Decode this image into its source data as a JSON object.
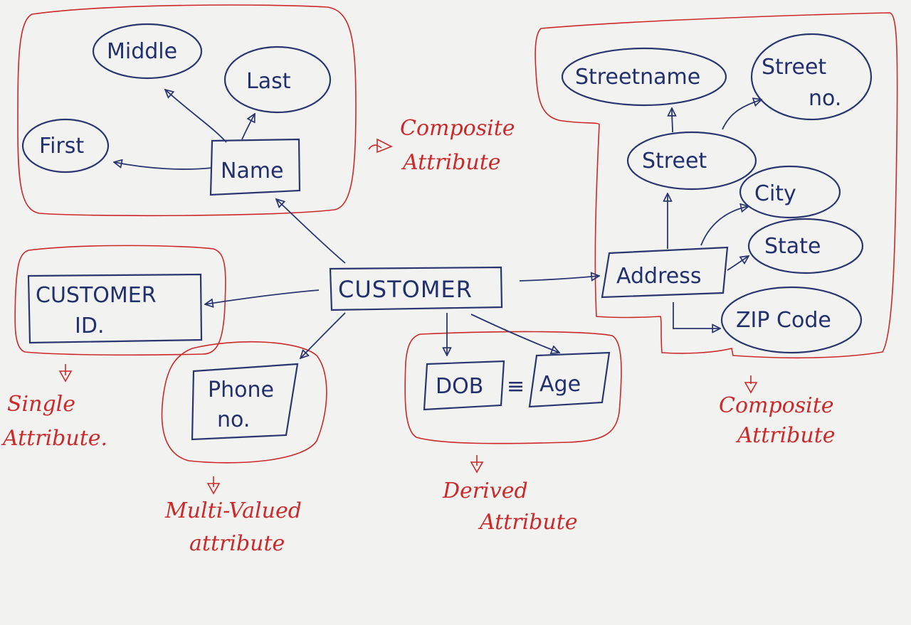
{
  "entity": {
    "customer": "CUSTOMER"
  },
  "attributes": {
    "name": "Name",
    "first": "First",
    "middle": "Middle",
    "last": "Last",
    "customer_id_line1": "CUSTOMER",
    "customer_id_line2": "ID.",
    "phone_line1": "Phone",
    "phone_line2": "no.",
    "dob": "DOB",
    "equiv": "≡",
    "age": "Age",
    "address": "Address",
    "street": "Street",
    "street_name": "Streetname",
    "street_no_line1": "Street",
    "street_no_line2": "no.",
    "city": "City",
    "state": "State",
    "zip": "ZIP Code"
  },
  "annotations": {
    "composite_name_line1": "Composite",
    "composite_name_line2": "Attribute",
    "single_line1": "Single",
    "single_line2": "Attribute.",
    "multi_line1": "Multi-Valued",
    "multi_line2": "attribute",
    "derived_line1": "Derived",
    "derived_line2": "Attribute",
    "composite_addr_line1": "Composite",
    "composite_addr_line2": "Attribute"
  },
  "colors": {
    "ink": "#23306e",
    "annotation": "#cc2a2a",
    "paper": "#f2f2f0"
  }
}
